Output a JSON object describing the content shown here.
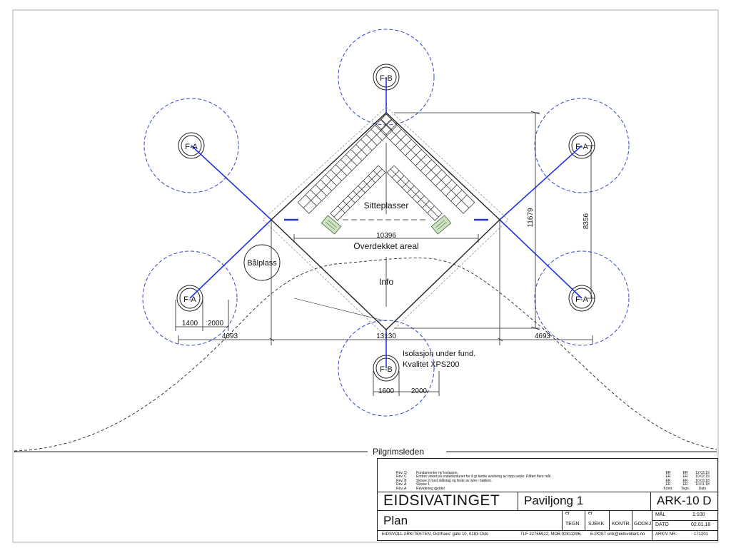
{
  "plan": {
    "foundations": {
      "fa_left_top": "F-A",
      "fa_left_bottom": "F-A",
      "fa_right_top": "F-A",
      "fa_right_bottom": "F-A",
      "fb_top": "F-B",
      "fb_bottom": "F-B"
    },
    "areas": {
      "sitteplasser": "Sitteplasser",
      "overdekket": "Overdekket areal",
      "info": "Info",
      "balplass": "Bålplass"
    },
    "dimensions": {
      "width_10396": "10396",
      "width_13130": "13130",
      "height_11679": "11679",
      "height_8356": "8356",
      "left_4693": "4693",
      "right_4693": "4693",
      "left_1400": "1400",
      "left_2000": "2000",
      "bottom_1600": "1600",
      "bottom_2000": "2000"
    },
    "notes": {
      "insulation_line1": "Isolasjon under fund.",
      "insulation_line2": "Kvalitet XPS200"
    },
    "path_label": "Pilgrimsleden"
  },
  "title_block": {
    "revisions": [
      {
        "rev": "Rev. D",
        "text": "Fundamenter m/ isolasjon.",
        "k": "ER",
        "t": "ER",
        "date": "12.03.19"
      },
      {
        "rev": "Rev. C",
        "text": "Endret vinkel på endebarduner for å gi bedre avstiving av topp søyle. Påført flere mål.",
        "k": "ER",
        "t": "ER",
        "date": "19.02.19"
      },
      {
        "rev": "Rev. B",
        "text": "Skisse 2 med stålstag og feste av wire i bakken.",
        "k": "ER",
        "t": "ER",
        "date": "10.03.18"
      },
      {
        "rev": "Rev. A",
        "text": "Skisse 1",
        "k": "ER",
        "t": "ER",
        "date": "10.01.18"
      },
      {
        "rev": "Rev. A",
        "text": "Revidering gjelder",
        "k": "Kontr.",
        "t": "Tegn.",
        "date": "Dato"
      }
    ],
    "project": "EIDSIVATINGET",
    "object": "Paviljong 1",
    "drawing_no": "ARK-10 D",
    "drawing_type": "Plan",
    "tegn_value": "er",
    "sjekk_value": "er",
    "tegn_label": "TEGN.",
    "sjekk_label": "SJEKK",
    "kontr_label": "KONTR.",
    "godkj_label": "GODKJ.",
    "mal_label": "MÅL",
    "mal_value": "1:100",
    "dato_label": "DATO",
    "dato_value": "02.01.18",
    "arkiv_label": "ARKIV NR.",
    "arkiv_value": "171201",
    "footer_firm": "EIDSVOLL ARKITEKTEN,  Ostrhaus' gate 10, 0183 Oslo",
    "footer_tlf": "TLF 22755922, MOB 92811396,",
    "footer_email": "E-POST erik@eidsvollark.no"
  }
}
